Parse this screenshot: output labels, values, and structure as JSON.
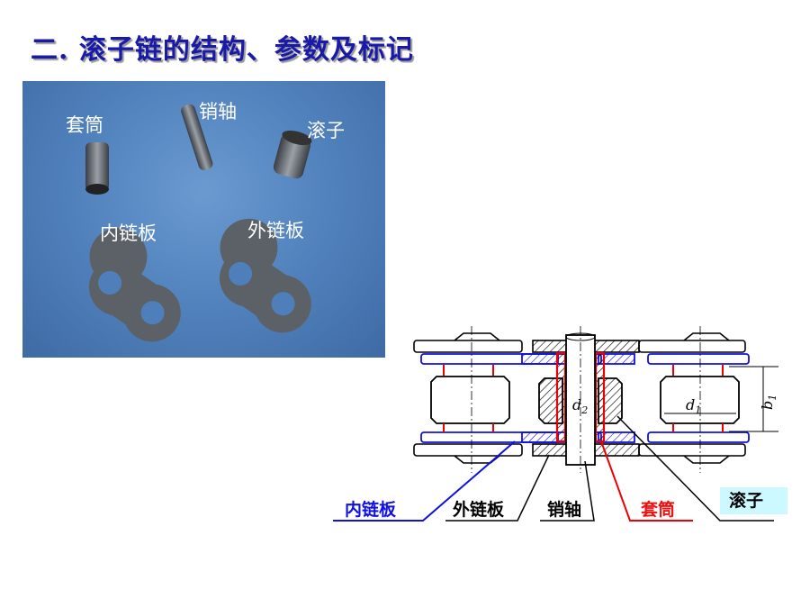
{
  "title": "二.  滚子链的结构、参数及标记",
  "photo": {
    "labels": {
      "bushing": "套筒",
      "pin": "销轴",
      "roller": "滚子",
      "inner_plate": "内链板",
      "outer_plate": "外链板"
    }
  },
  "diagram": {
    "dims": {
      "d2": "d",
      "d2_sub": "2",
      "d1": "d",
      "d1_sub": "1",
      "b1": "b",
      "b1_sub": "1"
    },
    "callouts": {
      "inner_plate": "内链板",
      "outer_plate": "外链板",
      "pin": "销轴",
      "bushing": "套筒",
      "roller": "滚子"
    },
    "colors": {
      "inner_plate": "#1010e0",
      "bushing": "#ee1111",
      "roller_bg": "#ccf8ff",
      "title": "#1a1aa8"
    }
  }
}
